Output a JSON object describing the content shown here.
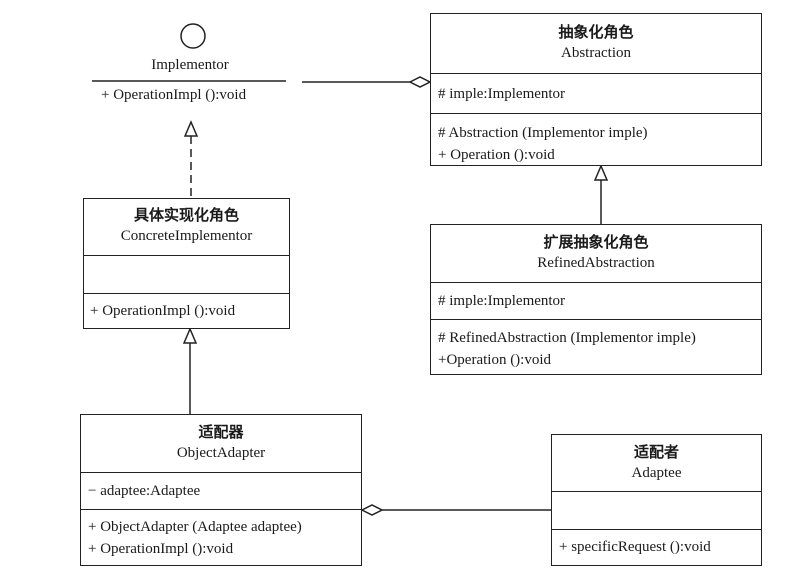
{
  "implementor": {
    "name": "Implementor",
    "operations": [
      "+ OperationImpl ():void"
    ]
  },
  "abstraction": {
    "cn": "抽象化角色",
    "en": "Abstraction",
    "attributes": [
      "# imple:Implementor"
    ],
    "operations": [
      "# Abstraction (Implementor imple)",
      "+ Operation ():void"
    ]
  },
  "concrete": {
    "cn": "具体实现化角色",
    "en": "ConcreteImplementor",
    "attributes": [],
    "operations": [
      "+ OperationImpl ():void"
    ]
  },
  "refined": {
    "cn": "扩展抽象化角色",
    "en": "RefinedAbstraction",
    "attributes": [
      "# imple:Implementor"
    ],
    "operations": [
      "# RefinedAbstraction (Implementor imple)",
      "+Operation ():void"
    ]
  },
  "object_adapter": {
    "cn": "适配器",
    "en": "ObjectAdapter",
    "attributes": [
      "− adaptee:Adaptee"
    ],
    "operations": [
      "+ ObjectAdapter (Adaptee adaptee)",
      "+ OperationImpl ():void"
    ]
  },
  "adaptee": {
    "cn": "适配者",
    "en": "Adaptee",
    "attributes": [],
    "operations": [
      "+ specificRequest ():void"
    ]
  }
}
